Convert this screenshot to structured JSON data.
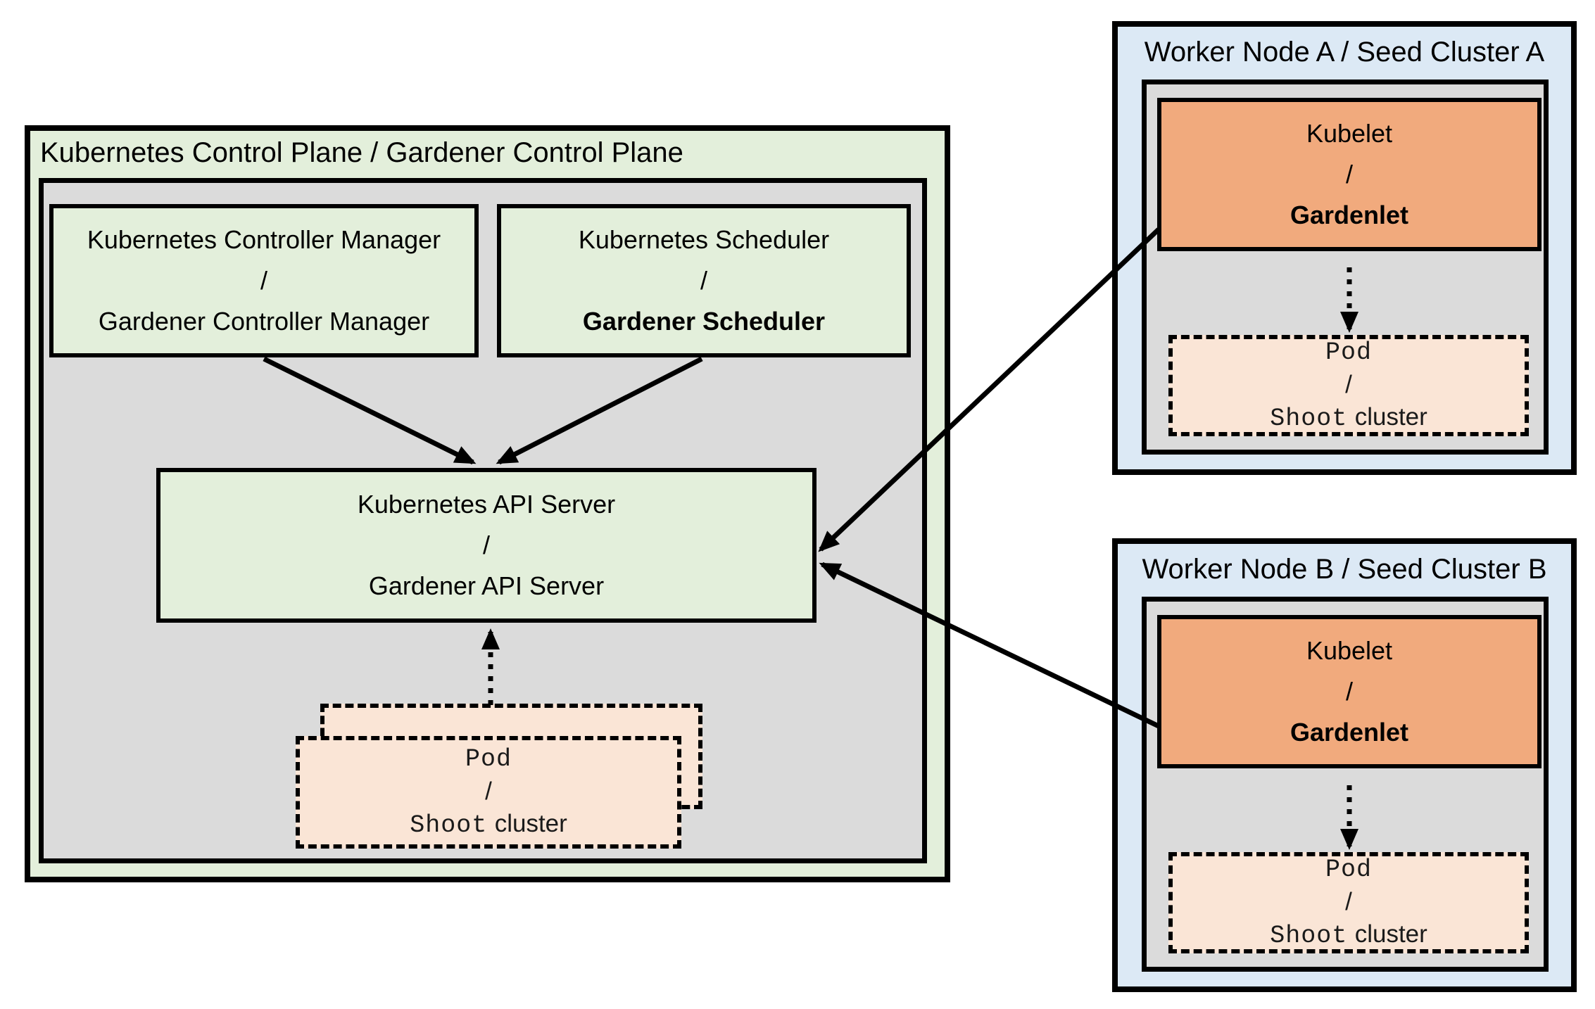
{
  "colors": {
    "background": "#ffffff",
    "control_plane_fill": "#e3efdb",
    "inner_area_fill": "#dbdbdb",
    "component_green_fill": "#e3efdb",
    "worker_node_fill": "#dce9f5",
    "kubelet_fill": "#f1aa7d",
    "pod_fill": "#fae5d6",
    "border": "#000000"
  },
  "control_plane": {
    "title": "Kubernetes Control Plane / Gardener Control Plane",
    "controller_manager": {
      "line1": "Kubernetes Controller Manager",
      "separator": "/",
      "line2": "Gardener Controller Manager"
    },
    "scheduler": {
      "line1": "Kubernetes Scheduler",
      "separator": "/",
      "line2": "Gardener Scheduler"
    },
    "api_server": {
      "line1": "Kubernetes API Server",
      "separator": "/",
      "line2": "Gardener API Server"
    },
    "pod": {
      "line1": "Pod",
      "separator": "/",
      "line2_code": "Shoot",
      "line2_text": "cluster"
    }
  },
  "worker_node_a": {
    "title": "Worker Node A / Seed Cluster A",
    "kubelet": {
      "line1": "Kubelet",
      "separator": "/",
      "line2": "Gardenlet"
    },
    "pod": {
      "line1": "Pod",
      "separator": "/",
      "line2_code": "Shoot",
      "line2_text": "cluster"
    }
  },
  "worker_node_b": {
    "title": "Worker Node B / Seed Cluster B",
    "kubelet": {
      "line1": "Kubelet",
      "separator": "/",
      "line2": "Gardenlet"
    },
    "pod": {
      "line1": "Pod",
      "separator": "/",
      "line2_code": "Shoot",
      "line2_text": "cluster"
    }
  }
}
